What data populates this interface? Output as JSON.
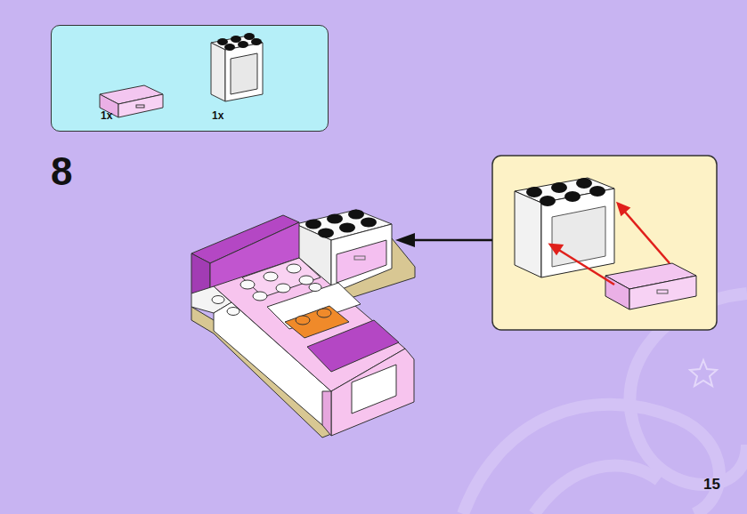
{
  "diagram": {
    "nodes": [
      {
        "text": [
          "1x",
          "1x"
        ]
      }
    ],
    "labels": [
      "8",
      "15"
    ]
  }
}
